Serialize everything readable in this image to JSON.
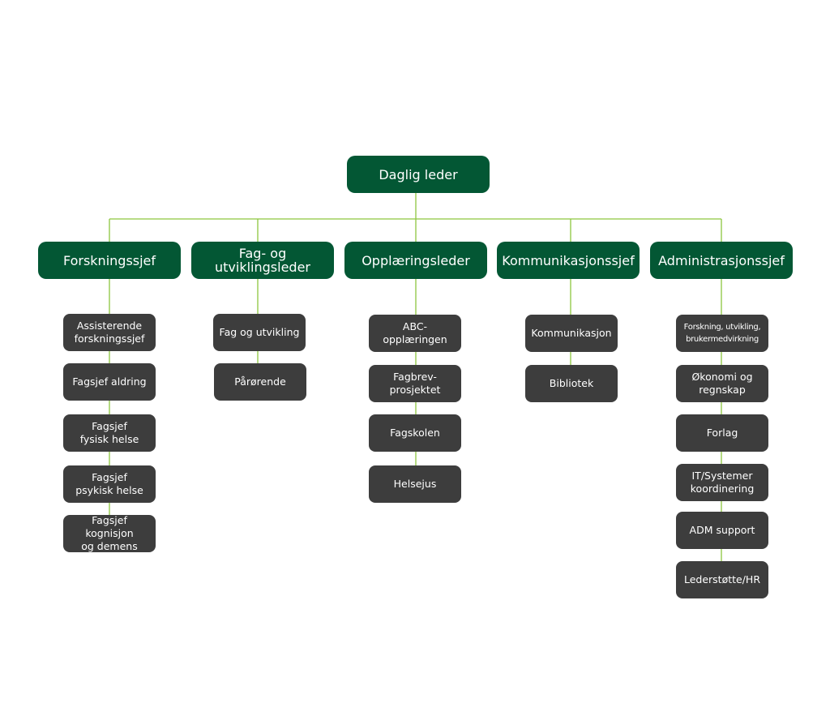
{
  "colors": {
    "leader_box": "#035734",
    "unit_box": "#3d3d3d",
    "connector": "#8dc63f",
    "text": "#ffffff"
  },
  "org": {
    "root": "Daglig leder",
    "managers": [
      "Forskningssjef",
      "Fag- og\nutviklingsleder",
      "Opplæringsleder",
      "Kommunikasjonssjef",
      "Administrasjonssjef"
    ],
    "units": [
      [
        "Assisterende\nforskningssjef",
        "Fagsjef aldring",
        "Fagsjef\nfysisk helse",
        "Fagsjef\npsykisk helse",
        "Fagsjef kognisjon\nog demens"
      ],
      [
        "Fag og utvikling",
        "Pårørende"
      ],
      [
        "ABC-\nopplæringen",
        "Fagbrev-\nprosjektet",
        "Fagskolen",
        "Helsejus"
      ],
      [
        "Kommunikasjon",
        "Bibliotek"
      ],
      [
        "Forskning, utvikling,\nbrukermedvirkning",
        "Økonomi og\nregnskap",
        "Forlag",
        "IT/Systemer\nkoordinering",
        "ADM support",
        "Lederstøtte/HR"
      ]
    ]
  }
}
